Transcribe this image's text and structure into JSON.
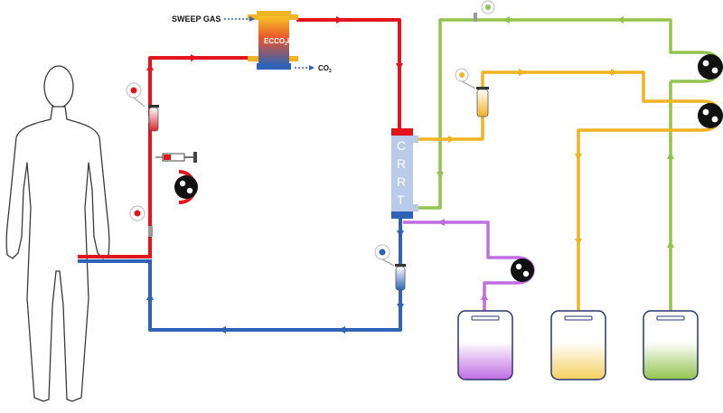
{
  "labels": {
    "sweep_gas": "SWEEP GAS",
    "ecco2r": "ECCO",
    "ecco2r_sub": "2",
    "ecco2r_suffix": "R",
    "co2": "CO",
    "co2_sub": "2",
    "crrt_letters": [
      "C",
      "R",
      "R",
      "T"
    ]
  },
  "colors": {
    "arterial": "#e3141b",
    "venous": "#2e63b8",
    "effluent": "#93c34f",
    "dialysate": "#f0b323",
    "replacement": "#c06de0",
    "pump": "#111111",
    "filter": "#b9cbe8",
    "ecco2r_top": "#f7c526",
    "ecco2r_bottom": "#2e63b8",
    "bag_outline": "#2a3570"
  },
  "icons": {
    "patient": "human-silhouette-icon",
    "pump": "roller-pump-icon",
    "syringe": "syringe-icon",
    "pressure_sensor": "pressure-sensor-icon",
    "bubble_trap": "drip-chamber-icon",
    "bag": "fluid-bag-icon"
  }
}
